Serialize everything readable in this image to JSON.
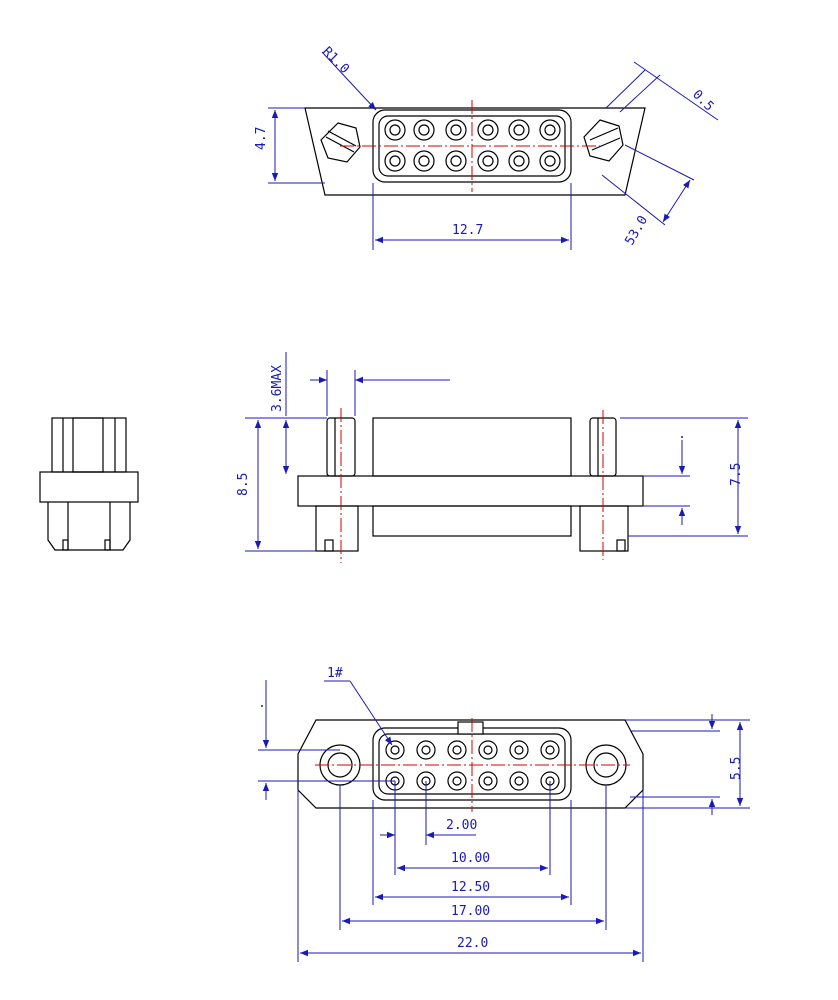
{
  "colors": {
    "outline": "#000000",
    "dimension": "#1a1ab4",
    "centerline": "#d40000",
    "background": "#ffffff"
  },
  "top_view": {
    "radius_label": "R1.0",
    "thickness_label": "0.5",
    "height_label": "4.7",
    "width_label": "12.7",
    "angle_label": "53.0"
  },
  "side_view": {
    "screw_label": "3.6MAX",
    "overall_height_label": "8.5",
    "body_height_label": "7.5"
  },
  "bottom_view": {
    "pin1_label": "1#",
    "depth_label": "5.5",
    "pitch_label": "2.00",
    "pin_span_label": "10.00",
    "shell_width_label": "12.50",
    "mount_span_label": "17.00",
    "overall_width_label": "22.0"
  }
}
